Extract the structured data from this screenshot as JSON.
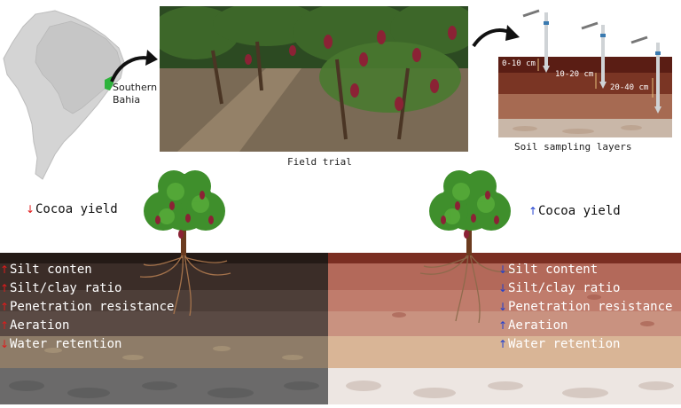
{
  "map": {
    "region_label": "Southern Bahia"
  },
  "photo": {
    "caption": "Field trial"
  },
  "sampling": {
    "caption": "Soil sampling layers",
    "layers": [
      "0-10 cm",
      "10-20 cm",
      "20-40 cm"
    ]
  },
  "left": {
    "yield_label": "Cocoa yield",
    "yield_direction": "down",
    "properties": [
      {
        "label": "Silt conten",
        "direction": "up"
      },
      {
        "label": "Silt/clay ratio",
        "direction": "up"
      },
      {
        "label": "Penetration resistance",
        "direction": "up"
      },
      {
        "label": "Aeration",
        "direction": "up"
      },
      {
        "label": "Water retention",
        "direction": "down"
      }
    ]
  },
  "right": {
    "yield_label": "Cocoa yield",
    "yield_direction": "up",
    "properties": [
      {
        "label": "Silt content",
        "direction": "down"
      },
      {
        "label": "Silt/clay ratio",
        "direction": "down"
      },
      {
        "label": "Penetration resistance",
        "direction": "down"
      },
      {
        "label": "Aeration",
        "direction": "up"
      },
      {
        "label": "Water retention",
        "direction": "up"
      }
    ]
  },
  "colors": {
    "arrow_up_good": "#1f3fd0",
    "arrow_bad": "#e01b1b",
    "soil_dark": "#3d2e29",
    "soil_light": "#b3695a"
  }
}
